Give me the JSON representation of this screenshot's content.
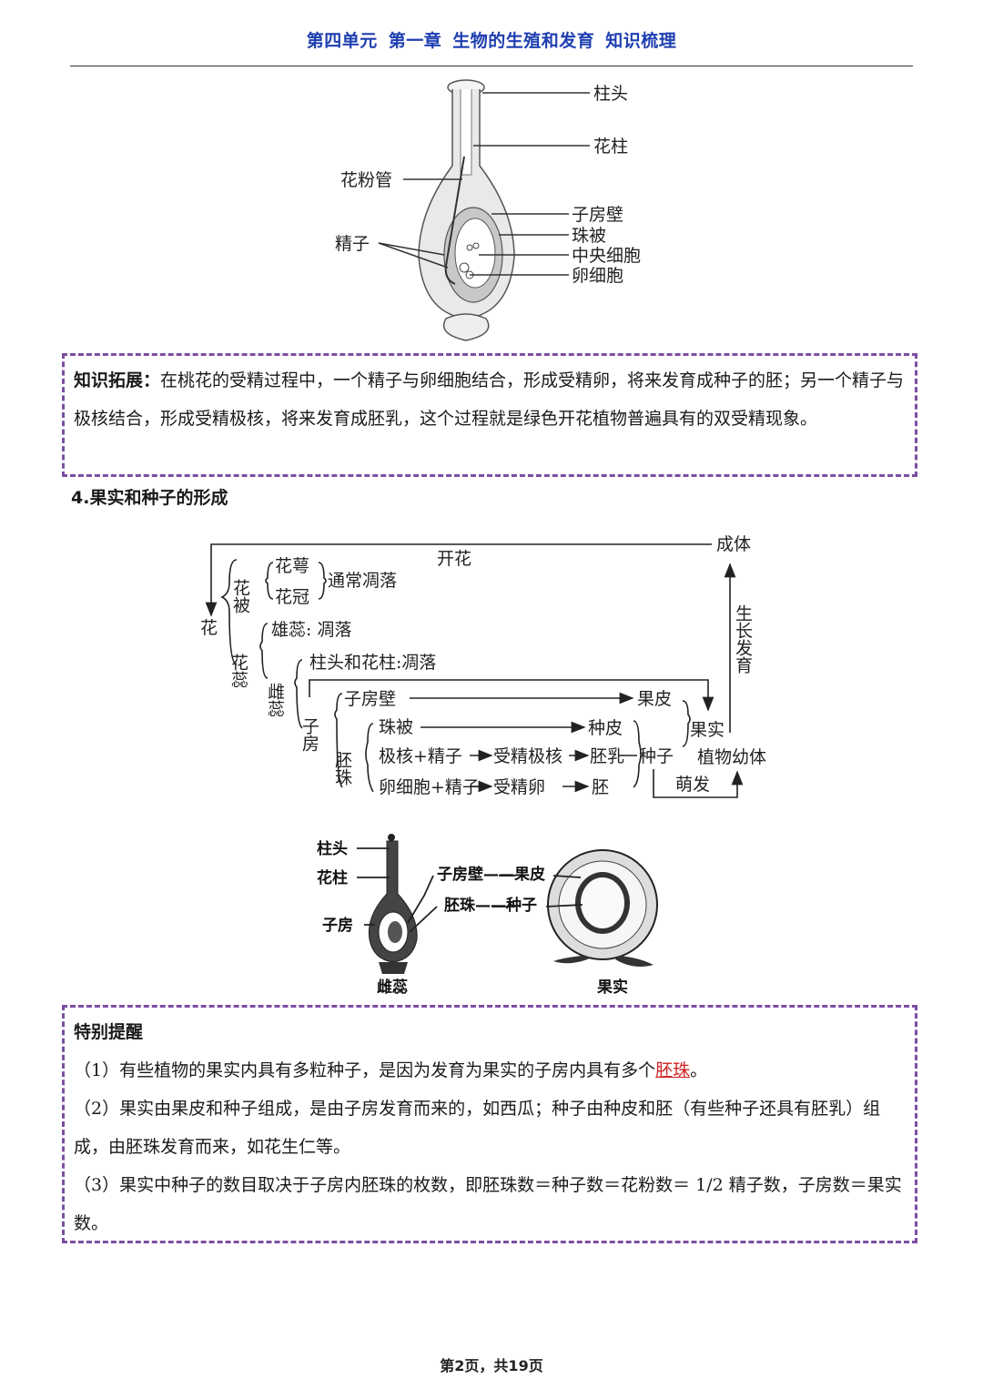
{
  "header": {
    "unit": "第四单元",
    "chapter": "第一章",
    "topic": "生物的生殖和发育",
    "section": "知识梳理"
  },
  "pistil_diagram": {
    "labels": {
      "stigma": "柱头",
      "style": "花柱",
      "pollen_tube": "花粉管",
      "ovary_wall": "子房壁",
      "integument": "珠被",
      "sperm": "精子",
      "central_cell": "中央细胞",
      "egg_cell": "卵细胞"
    }
  },
  "knowledge_box": {
    "title": "知识拓展：",
    "text": "在桃花的受精过程中，一个精子与卵细胞结合，形成受精卵，将来发育成种子的胚；另一个精子与极核结合，形成受精极核，将来发育成胚乳，这个过程就是绿色开花植物普遍具有的双受精现象。"
  },
  "section4": {
    "title": "4.果实和种子的形成"
  },
  "flow_chart": {
    "flower": "花",
    "perianth": "花被",
    "calyx": "花萼",
    "corolla": "花冠",
    "perianth_fate": "通常凋落",
    "stamen_pistil": "花蕊",
    "stamen": "雄蕊: 凋落",
    "pistil": "雌蕊",
    "stigma_style": "柱头和花柱:凋落",
    "ovary": "子房",
    "ovary_wall": "子房壁",
    "pericarp": "果皮",
    "ovule": "胚珠",
    "integument": "珠被",
    "seed_coat": "种皮",
    "polar": "极核+精子",
    "fert_polar": "受精极核",
    "endosperm": "胚乳",
    "egg": "卵细胞+精子",
    "zygote": "受精卵",
    "embryo": "胚",
    "seed": "种子",
    "fruit": "果实",
    "seedling": "植物幼体",
    "germinate": "萌发",
    "growth": "生长发育",
    "adult": "成体",
    "bloom": "开花"
  },
  "fruit_diagram": {
    "labels": {
      "stigma": "柱头",
      "style": "花柱",
      "ovary": "子房",
      "ovary_wall_to_pericarp": "子房壁——果皮",
      "ovule_to_seed": "胚珠——种子",
      "pistil_caption": "雌蕊",
      "fruit_caption": "果实"
    }
  },
  "reminder_box": {
    "title": "特别提醒",
    "item1_pre": "（1）有些植物的果实内具有多粒种子，是因为发育为果实的子房内具有多个",
    "item1_red": "胚珠",
    "item1_post": "。",
    "item2": "（2）果实由果皮和种子组成，是由子房发育而来的，如西瓜；种子由种皮和胚（有些种子还具有胚乳）组成，由胚珠发育而来，如花生仁等。",
    "item3": "（3）果实中种子的数目取决于子房内胚珠的枚数，即胚珠数＝种子数＝花粉数＝ 1/2 精子数，子房数＝果实数。"
  },
  "footer": "第2页，共19页",
  "colors": {
    "header": "#1f3fb0",
    "box_border": "#7a4fa0",
    "highlight": "#d02020"
  }
}
